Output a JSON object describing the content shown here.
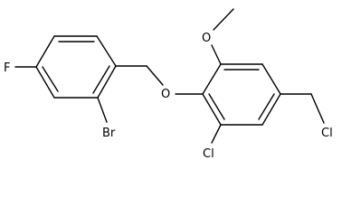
{
  "molecule": {
    "atom_labels": {
      "fluorine": "F",
      "bromine": "Br",
      "ether_oxygen": "O",
      "methoxy_oxygen": "O",
      "ring_chlorine": "Cl",
      "chloromethyl_chlorine": "Cl"
    }
  }
}
